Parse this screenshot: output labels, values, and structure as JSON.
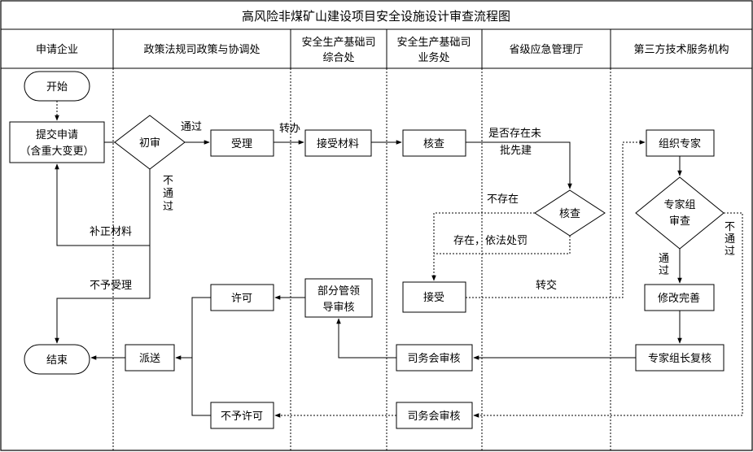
{
  "title": "高风险非煤矿山建设项目安全设施设计审查流程图",
  "lanes": {
    "l1": "申请企业",
    "l2": "政策法规司政策与协调处",
    "l3a": "安全生产基础司",
    "l3b": "综合处",
    "l4a": "安全生产基础司",
    "l4b": "业务处",
    "l5": "省级应急管理厅",
    "l6": "第三方技术服务机构"
  },
  "nodes": {
    "start": "开始",
    "submit1": "提交申请",
    "submit2": "（含重大变更）",
    "pre_review": "初审",
    "accept": "受理",
    "receive": "接受材料",
    "check": "核查",
    "prov_check": "核查",
    "accept2": "接受",
    "organize": "组织专家",
    "expert_review1": "专家组",
    "expert_review2": "审查",
    "revise": "修改完善",
    "leader_recheck": "专家组长复核",
    "dept_meeting1": "司务会审核",
    "dept_meeting2": "司务会审核",
    "leader_review1": "部分管领",
    "leader_review2": "导审核",
    "permit": "许可",
    "deny_permit": "不予许可",
    "dispatch": "派送",
    "end": "结束"
  },
  "labels": {
    "pass1": "通过",
    "transfer1": "转办",
    "exist_q1": "是否存在未",
    "exist_q2": "批先建",
    "fail1_a": "不",
    "fail1_b": "通",
    "fail1_c": "过",
    "supplement": "补正材料",
    "not_accept": "不予受理",
    "not_exist": "不存在",
    "exist_punish": "存在，依法处罚",
    "transfer2": "转交",
    "pass2_a": "通",
    "pass2_b": "过",
    "fail2_a": "不",
    "fail2_b": "通",
    "fail2_c": "过"
  }
}
